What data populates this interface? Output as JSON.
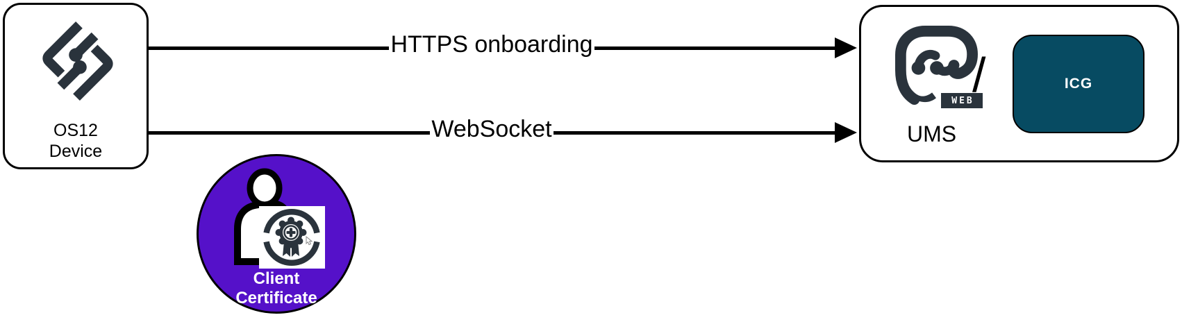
{
  "device_node": {
    "line1": "OS12",
    "line2": "Device"
  },
  "connections": [
    {
      "label": "HTTPS onboarding"
    },
    {
      "label": "WebSocket"
    }
  ],
  "certificate_badge": {
    "line1": "Client",
    "line2": "Certificate"
  },
  "server_node": {
    "label": "UMS",
    "web_badge": "WEB",
    "separator": "/",
    "icg_label": "ICG"
  },
  "icons": {
    "device_logo": "igel-os12-logo",
    "server_logo": "igel-ums-web-logo",
    "person": "person-silhouette",
    "certificate": "certificate-seal",
    "arrowhead": "arrow-right",
    "cursor": "mouse-pointer"
  },
  "colors": {
    "logo_dark": "#2a333c",
    "icg_teal": "#074b62",
    "badge_purple": "#5511c9",
    "line_black": "#000000"
  }
}
